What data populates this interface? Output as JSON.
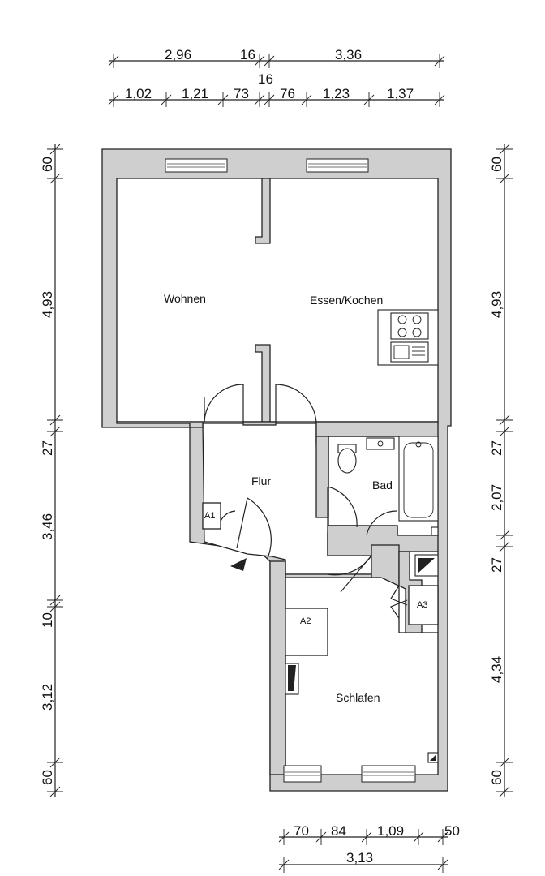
{
  "dimensions": {
    "top_row1": [
      "2,96",
      "16",
      "3,36"
    ],
    "top_mid": "16",
    "top_row2": [
      "1,02",
      "1,21",
      "73",
      "76",
      "1,23",
      "1,37"
    ],
    "left": [
      "60",
      "4,93",
      "27",
      "3,46",
      "10",
      "3,12",
      "60"
    ],
    "right": [
      "60",
      "4,93",
      "27",
      "2,07",
      "27",
      "4,34",
      "60"
    ],
    "bottom_row1": [
      "70",
      "84",
      "1,09",
      "50"
    ],
    "bottom_row2": "3,13"
  },
  "rooms": {
    "wohnen": "Wohnen",
    "essen_kochen": "Essen/Kochen",
    "flur": "Flur",
    "bad": "Bad",
    "schlafen": "Schlafen"
  },
  "closets": {
    "a1": "A1",
    "a2": "A2",
    "a3": "A3"
  },
  "colors": {
    "wall": "#cfcfcf",
    "line": "#222222"
  }
}
